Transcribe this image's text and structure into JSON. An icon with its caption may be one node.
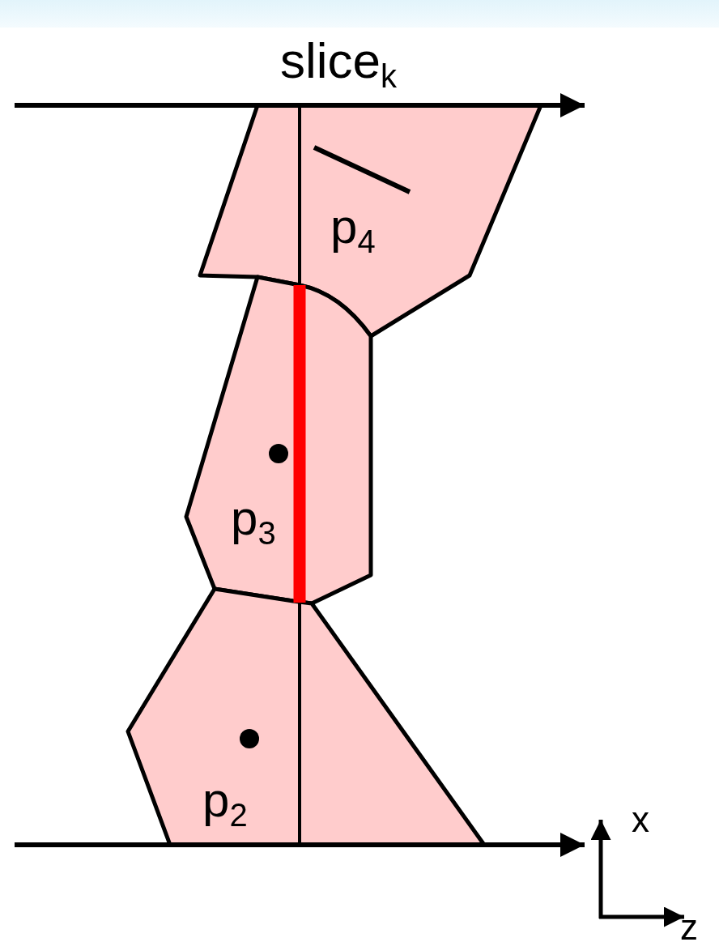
{
  "diagram": {
    "nodes": [
      {
        "text": [
          "p$_{4}$"
        ]
      },
      {
        "text": [
          "p$_{3}$"
        ]
      },
      {
        "text": [
          "p$_{2}$"
        ]
      }
    ],
    "labels": [
      "slice$_{k}$",
      "x",
      "z"
    ]
  }
}
